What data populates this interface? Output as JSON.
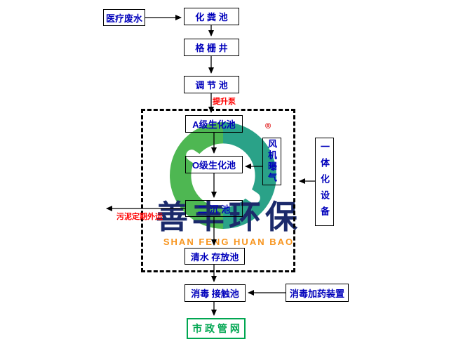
{
  "diagram": {
    "nodes": {
      "medical_wastewater": "医疗废水",
      "septic_tank": "化 粪 池",
      "grating_well": "格 栅 井",
      "regulating_tank": "调 节 池",
      "a_grade_bio_tank": "A级生化池",
      "o_grade_bio_tank": "O级生化池",
      "fan_aeration": "风机曝气",
      "integrated_equipment": "一体化设备",
      "secondary_sedimentation_tank": "二 沉 池",
      "clean_water_storage_tank": "清水 存放池",
      "disinfection_contact_tank": "消毒 接触池",
      "disinfection_dosing_device": "消毒加药装置",
      "municipal_pipe_network": "市 政 管 网"
    },
    "annotations": {
      "lift_pump": "提升泵",
      "sludge_transport": "污泥定期外运"
    },
    "colors": {
      "node_text": "#0000bb",
      "node_border": "#000000",
      "annotation_red": "#ff0000",
      "municipal_green": "#00a651",
      "boundary_dashed": "#000000"
    }
  },
  "watermark": {
    "brand_cn": "善丰环保",
    "brand_en": "SHAN FENG HUAN BAO",
    "registered": "®",
    "colors": {
      "swirl_green": "#45b449",
      "swirl_teal": "#1f9e82",
      "brand_cn_color": "#1b2a6b",
      "brand_en_color": "#f7941d"
    }
  }
}
